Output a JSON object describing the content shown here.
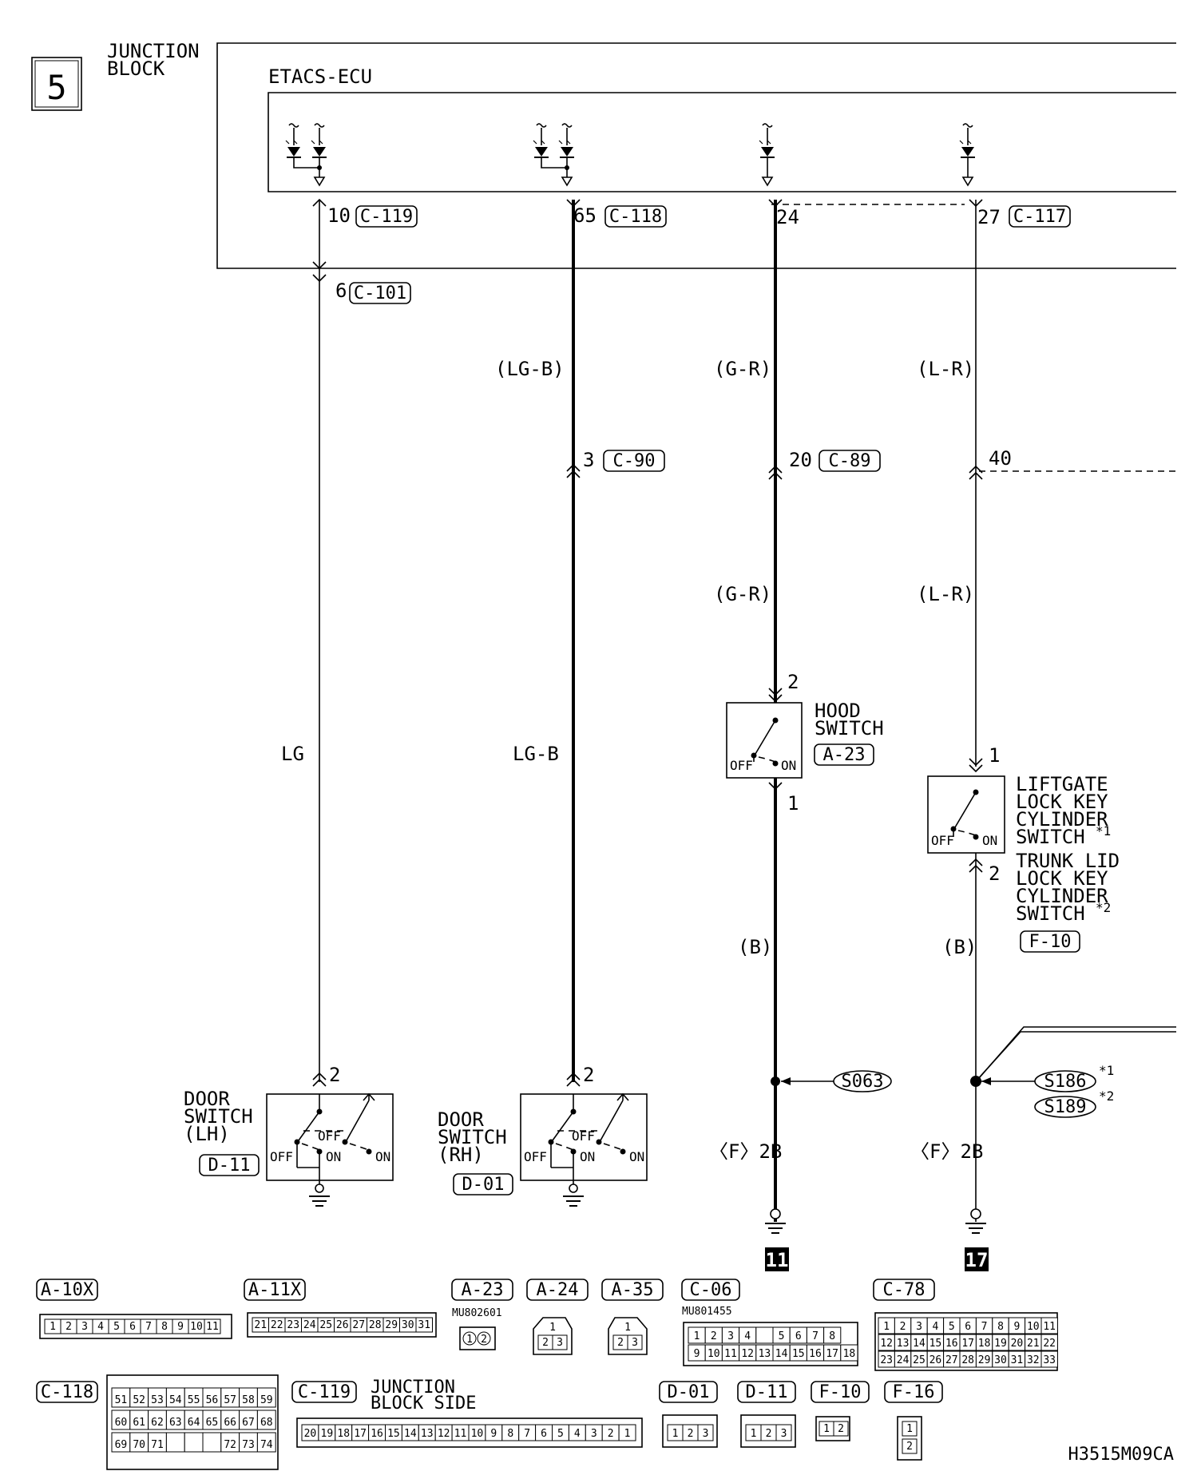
{
  "page": {
    "number": "5",
    "drawing_code": "H3515M09CA"
  },
  "junction_block": {
    "label_line1": "JUNCTION",
    "label_line2": "BLOCK",
    "ecu": "ETACS-ECU"
  },
  "ecu_terminals": [
    {
      "pin": "10",
      "connector": "C-119"
    },
    {
      "pin": "65",
      "connector": "C-118"
    },
    {
      "pin": "24",
      "connector": ""
    },
    {
      "pin": "27",
      "connector": "C-117"
    }
  ],
  "lower_pins": {
    "lh_pin": "6",
    "lh_conn": "C-101",
    "rh_pin": "3",
    "rh_conn": "C-90",
    "hood_pin": "20",
    "hood_conn": "C-89",
    "lift_pin": "40"
  },
  "wire_colors": {
    "lh": "LG",
    "rh_top": "(LG-B)",
    "rh_mid": "LG-B",
    "hood_top": "(G-R)",
    "hood_mid": "(G-R)",
    "hood_bot": "(B)",
    "lift_top": "(L-R)",
    "lift_mid": "(L-R)",
    "lift_bot": "(B)"
  },
  "hood_switch": {
    "line1": "HOOD",
    "line2": "SWITCH",
    "connector": "A-23",
    "pin_top": "2",
    "pin_bot": "1",
    "off": "OFF",
    "on": "ON"
  },
  "liftgate_switch": {
    "line1": "LIFTGATE",
    "line2": "LOCK KEY",
    "line3": "CYLINDER",
    "line4": "SWITCH",
    "mark1": "*1",
    "line5": "TRUNK LID",
    "line6": "LOCK KEY",
    "line7": "CYLINDER",
    "line8": "SWITCH",
    "mark2": "*2",
    "connector": "F-10",
    "pin_top": "1",
    "pin_bot": "2",
    "off": "OFF",
    "on": "ON"
  },
  "door_switch_lh": {
    "line1": "DOOR",
    "line2": "SWITCH",
    "line3": "(LH)",
    "connector": "D-11",
    "pin": "2",
    "off1": "OFF",
    "off2": "OFF",
    "on1": "ON",
    "on2": "ON"
  },
  "door_switch_rh": {
    "line1": "DOOR",
    "line2": "SWITCH",
    "line3": "(RH)",
    "connector": "D-01",
    "pin": "2",
    "off1": "OFF",
    "off2": "OFF",
    "on1": "ON",
    "on2": "ON"
  },
  "splices": {
    "s063": "S063",
    "s186": "S186",
    "s186_mark": "*1",
    "s189": "S189",
    "s189_mark": "*2"
  },
  "grounds": {
    "hood_label": "〈F〉2B",
    "hood_ref": "11",
    "lift_label": "〈F〉2B",
    "lift_ref": "17"
  },
  "connectors": {
    "a10x": {
      "name": "A-10X",
      "pins": [
        "1",
        "2",
        "3",
        "4",
        "5",
        "6",
        "7",
        "8",
        "9",
        "10",
        "11"
      ]
    },
    "a11x": {
      "name": "A-11X",
      "pins": [
        "21",
        "22",
        "23",
        "24",
        "25",
        "26",
        "27",
        "28",
        "29",
        "30",
        "31"
      ]
    },
    "a23": {
      "name": "A-23",
      "part": "MU802601",
      "pins": [
        "1",
        "2"
      ]
    },
    "a24": {
      "name": "A-24",
      "pins": [
        "1",
        "2",
        "3"
      ]
    },
    "a35": {
      "name": "A-35",
      "pins": [
        "1",
        "2",
        "3"
      ]
    },
    "c06": {
      "name": "C-06",
      "part": "MU801455",
      "row1": [
        "1",
        "2",
        "3",
        "4",
        "",
        "5",
        "6",
        "7",
        "8"
      ],
      "row2": [
        "9",
        "10",
        "11",
        "12",
        "13",
        "14",
        "15",
        "16",
        "17",
        "18"
      ]
    },
    "c78": {
      "name": "C-78",
      "row1": [
        "1",
        "2",
        "3",
        "4",
        "5",
        "6",
        "7",
        "8",
        "9",
        "10",
        "11"
      ],
      "row2": [
        "12",
        "13",
        "14",
        "15",
        "16",
        "17",
        "18",
        "19",
        "20",
        "21",
        "22"
      ],
      "row3": [
        "23",
        "24",
        "25",
        "26",
        "27",
        "28",
        "29",
        "30",
        "31",
        "32",
        "33"
      ]
    },
    "c118": {
      "name": "C-118",
      "row1": [
        "51",
        "52",
        "53",
        "54",
        "55",
        "56",
        "57",
        "58",
        "59"
      ],
      "row2": [
        "60",
        "61",
        "62",
        "63",
        "64",
        "65",
        "66",
        "67",
        "68"
      ],
      "row3": [
        "69",
        "70",
        "71",
        "",
        "",
        "",
        "72",
        "73",
        "74"
      ]
    },
    "c119": {
      "name": "C-119",
      "label1": "JUNCTION",
      "label2": "BLOCK SIDE",
      "pins": [
        "20",
        "19",
        "18",
        "17",
        "16",
        "15",
        "14",
        "13",
        "12",
        "11",
        "10",
        "9",
        "8",
        "7",
        "6",
        "5",
        "4",
        "3",
        "2",
        "1"
      ]
    },
    "d01": {
      "name": "D-01",
      "pins": [
        "1",
        "2",
        "3"
      ]
    },
    "d11": {
      "name": "D-11",
      "pins": [
        "1",
        "2",
        "3"
      ]
    },
    "f10": {
      "name": "F-10",
      "pins": [
        "1",
        "2"
      ]
    },
    "f16": {
      "name": "F-16",
      "pins": [
        "1",
        "2"
      ]
    }
  }
}
